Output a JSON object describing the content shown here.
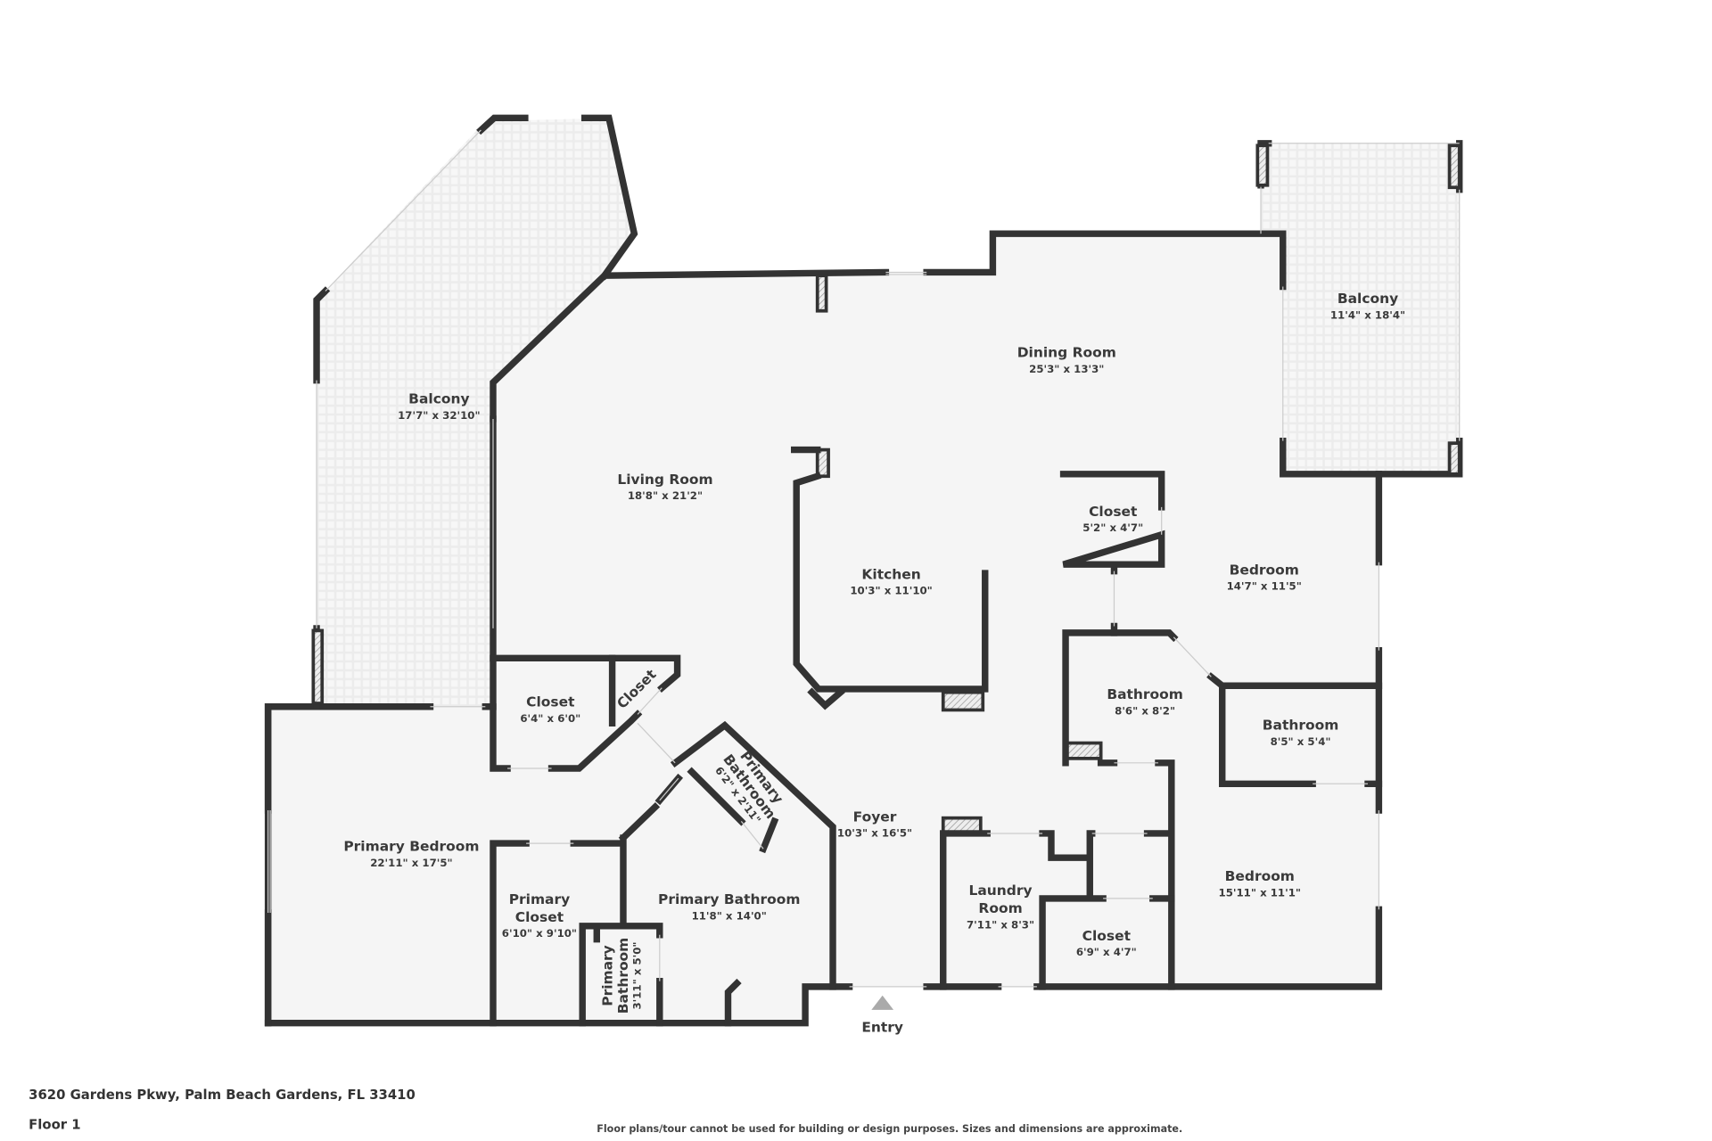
{
  "rooms": {
    "balcony_left": {
      "name": "Balcony",
      "dims": "17'7\" x 32'10\""
    },
    "balcony_right": {
      "name": "Balcony",
      "dims": "11'4\" x 18'4\""
    },
    "dining_room": {
      "name": "Dining Room",
      "dims": "25'3\" x 13'3\""
    },
    "living_room": {
      "name": "Living Room",
      "dims": "18'8\" x 21'2\""
    },
    "kitchen": {
      "name": "Kitchen",
      "dims": "10'3\" x 11'10\""
    },
    "closet_bed2": {
      "name": "Closet",
      "dims": "5'2\" x 4'7\""
    },
    "bedroom_2": {
      "name": "Bedroom",
      "dims": "14'7\" x 11'5\""
    },
    "bathroom_1": {
      "name": "Bathroom",
      "dims": "8'6\" x 8'2\""
    },
    "bathroom_2": {
      "name": "Bathroom",
      "dims": "8'5\" x 5'4\""
    },
    "closet_living": {
      "name": "Closet",
      "dims": "6'4\" x 6'0\""
    },
    "closet_small": {
      "name": "Closet"
    },
    "primary_bathroom_small": {
      "name_1": "Primary",
      "name_2": "Bathroom",
      "dims": "6'2\" x 2'11\""
    },
    "foyer": {
      "name": "Foyer",
      "dims": "10'3\" x 16'5\""
    },
    "primary_bedroom": {
      "name": "Primary Bedroom",
      "dims": "22'11\" x 17'5\""
    },
    "primary_closet": {
      "name_1": "Primary",
      "name_2": "Closet",
      "dims": "6'10\" x 9'10\""
    },
    "primary_bathroom": {
      "name": "Primary Bathroom",
      "dims": "11'8\" x 14'0\""
    },
    "primary_bathroom_wc": {
      "name_1": "Primary",
      "name_2": "Bathroom",
      "dims": "3'11\" x 5'0\""
    },
    "laundry_room": {
      "name_1": "Laundry",
      "name_2": "Room",
      "dims": "7'11\" x 8'3\""
    },
    "closet_bed3": {
      "name": "Closet",
      "dims": "6'9\" x 4'7\""
    },
    "bedroom_3": {
      "name": "Bedroom",
      "dims": "15'11\" x 11'1\""
    }
  },
  "entry_label": "Entry",
  "footer": {
    "address": "3620 Gardens Pkwy, Palm Beach Gardens, FL 33410",
    "floor": "Floor 1",
    "disclaimer": "Floor plans/tour cannot be used for building or design purposes. Sizes and dimensions are approximate."
  },
  "colors": {
    "wall": "#333333",
    "floor": "#f5f5f5",
    "balcony": "#eeeeee"
  }
}
